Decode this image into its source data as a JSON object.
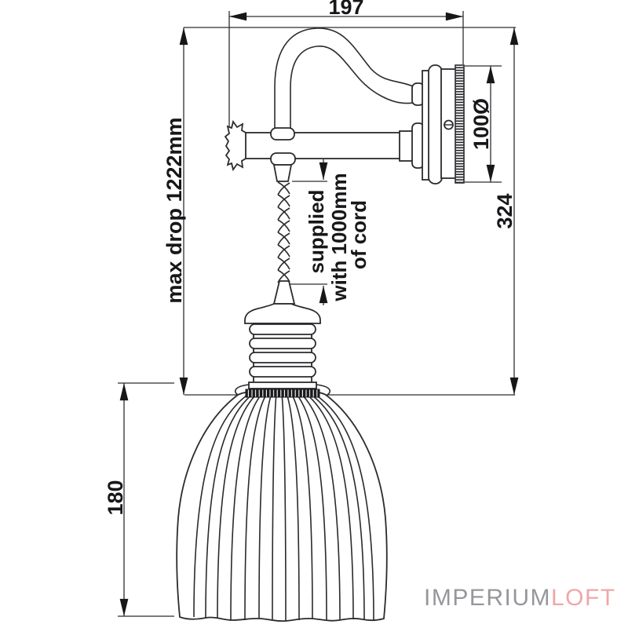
{
  "dimensions": {
    "width_197": "197",
    "max_drop": "max drop 1222mm",
    "height_324": "324",
    "backplate_diameter": "100Ø",
    "shade_height": "180",
    "cord_note": {
      "line1": "supplied",
      "line2": "with 1000mm",
      "line3": "of cord"
    }
  },
  "watermark": {
    "primary": "IMPERIUM",
    "accent": "LOFT",
    "primary_color": "#97979b",
    "accent_color": "#f1a6a8"
  },
  "colors": {
    "background": "#ffffff",
    "line": "#2b2b2f",
    "dimension_text": "#17171a"
  }
}
